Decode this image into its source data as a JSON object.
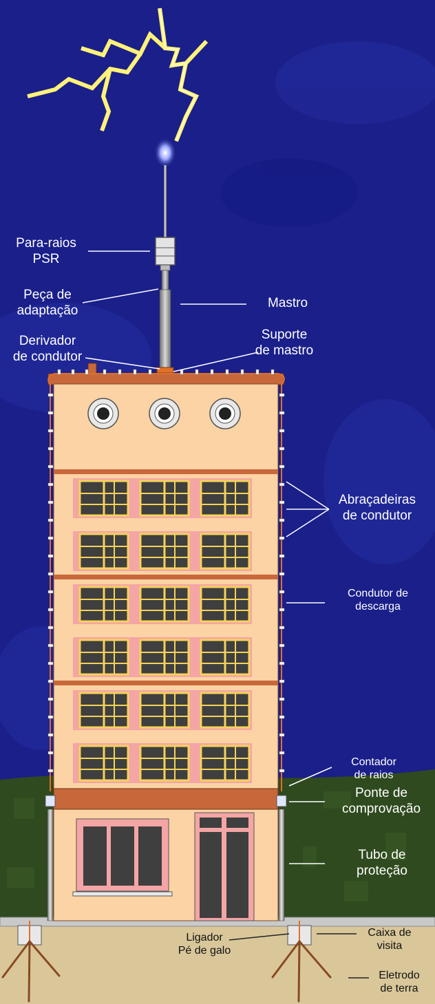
{
  "labels": {
    "para_raios": [
      "Para-raios",
      "PSR"
    ],
    "peca_adaptacao": [
      "Peça de",
      "adaptação"
    ],
    "mastro": "Mastro",
    "derivador": [
      "Derivador",
      "de condutor"
    ],
    "suporte": [
      "Suporte",
      "de mastro"
    ],
    "abracadeiras": [
      "Abraçadeiras",
      "de condutor"
    ],
    "condutor_descarga": [
      "Condutor de",
      "descarga"
    ],
    "contador": [
      "Contador",
      "de raios"
    ],
    "ponte": [
      "Ponte de",
      "comprovação"
    ],
    "tubo": [
      "Tubo de",
      "proteção"
    ],
    "caixa": [
      "Caixa de",
      "visita"
    ],
    "ligador": [
      "Ligador",
      "Pé de galo"
    ],
    "eletrodo": [
      "Eletrodo",
      "de terra"
    ]
  },
  "colors": {
    "sky": "#1a1f8a",
    "grass": "#2f4a1e",
    "ground": "#d9c79a",
    "facade": "#fbd3a4",
    "band": "#c8683a",
    "lightning": "#fff27a",
    "window_frame": "#f5d35a",
    "conductor": "#e0702a"
  }
}
